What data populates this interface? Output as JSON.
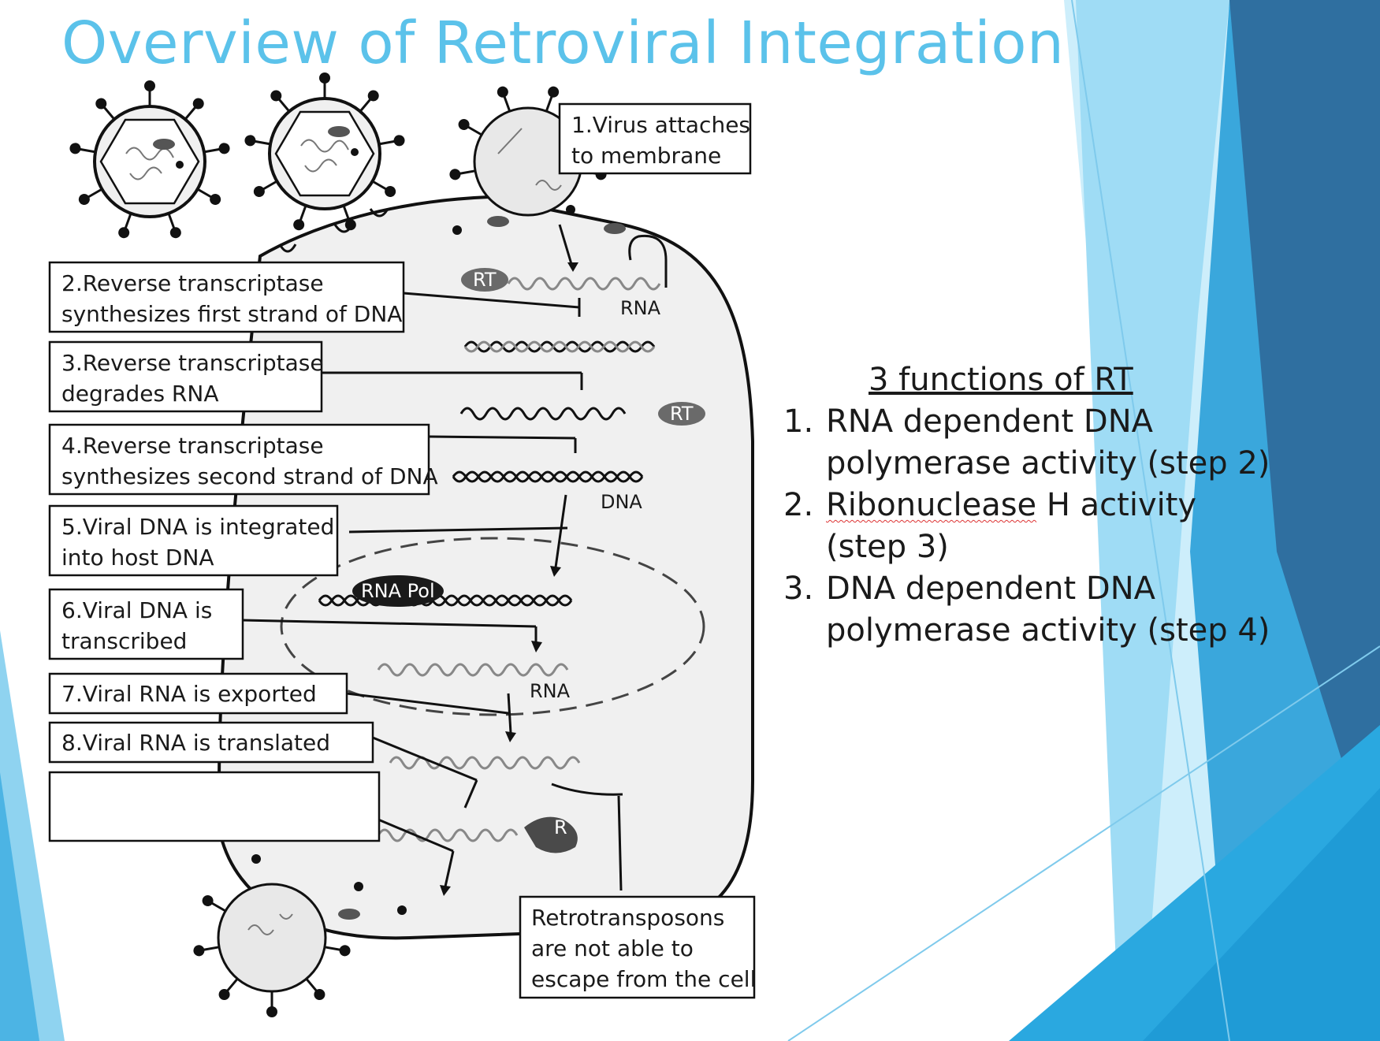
{
  "slide": {
    "title": "Overview of Retroviral Integration"
  },
  "diagram": {
    "steps": [
      {
        "line1": "1.Virus attaches",
        "line2": "to membrane"
      },
      {
        "line1": "2.Reverse transcriptase",
        "line2": "synthesizes first strand of DNA"
      },
      {
        "line1": "3.Reverse transcriptase",
        "line2": "degrades RNA"
      },
      {
        "line1": "4.Reverse transcriptase",
        "line2": "synthesizes second strand of DNA"
      },
      {
        "line1": "5.Viral DNA is integrated",
        "line2": "into host DNA"
      },
      {
        "line1": "6.Viral DNA is",
        "line2": "transcribed"
      },
      {
        "line1": "7.Viral RNA is exported",
        "line2": ""
      },
      {
        "line1": "8.Viral RNA is translated",
        "line2": ""
      }
    ],
    "blank_box_text": "",
    "retro_note": {
      "line1": "Retrotransposons",
      "line2": "are not able to",
      "line3": "escape from the cell"
    },
    "labels": {
      "rt_1": "RT",
      "rna_1": "RNA",
      "rt_2": "RT",
      "dna": "DNA",
      "rna_pol": "RNA Pol",
      "rna_2": "RNA",
      "ribosome": "R"
    }
  },
  "rt_functions": {
    "heading": "3 functions of RT",
    "items": [
      {
        "num": "1.",
        "text": "RNA dependent DNA polymerase activity (step 2)"
      },
      {
        "num": "2.",
        "word": "Ribonuclease",
        "rest": " H activity (step 3)"
      },
      {
        "num": "3.",
        "text": "DNA dependent DNA polymerase activity (step 4)"
      }
    ]
  },
  "colors": {
    "title": "#5bc2ea",
    "accent_blue_light": "#8fd3f0",
    "accent_blue_mid": "#3aa7dc",
    "accent_blue_dark": "#2f6fa0",
    "cell_fill": "#f0f0f0",
    "pill_fill": "#6a6a6a"
  }
}
